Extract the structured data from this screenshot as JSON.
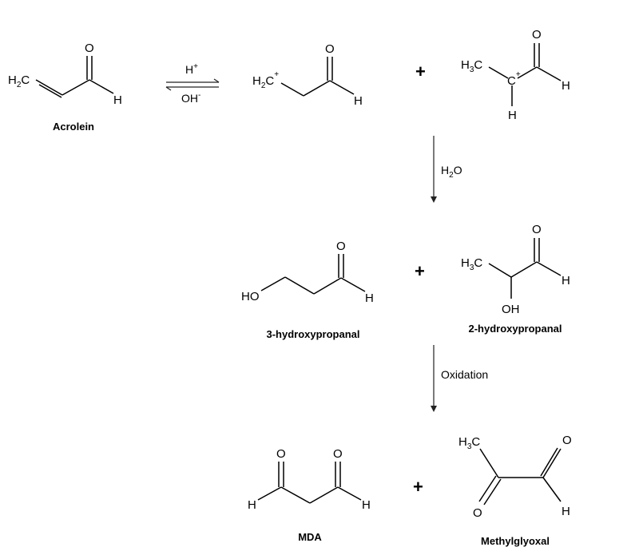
{
  "compounds": {
    "acrolein": {
      "name": "Acrolein"
    },
    "hydroxypropanal3": {
      "name": "3-hydroxypropanal"
    },
    "hydroxypropanal2": {
      "name": "2-hydroxypropanal"
    },
    "mda": {
      "name": "MDA"
    },
    "methylglyoxal": {
      "name": "Methylglyoxal"
    }
  },
  "atoms": {
    "O": "O",
    "H": "H",
    "OH": "OH",
    "HO": "HO",
    "C": "C",
    "H2C_base": "H",
    "H2C_sub": "2",
    "H2C_end": "C",
    "H3C_base": "H",
    "H3C_sub": "3",
    "H3C_end": "C",
    "plus_charge": "+"
  },
  "conditions": {
    "acid": "H",
    "acid_sup": "+",
    "base": "OH",
    "base_sup": "-",
    "water": "H",
    "water_sub": "2",
    "water_end": "O",
    "oxidation": "Oxidation"
  },
  "operators": {
    "plus": "+"
  }
}
